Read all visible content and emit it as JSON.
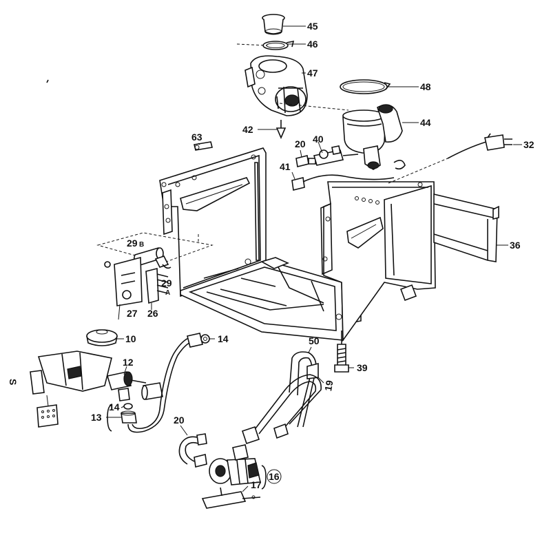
{
  "callouts": {
    "c45": "45",
    "c46": "46",
    "c47": "47",
    "c48": "48",
    "c44": "44",
    "c42": "42",
    "c63": "63",
    "c20a": "20",
    "c40": "40",
    "c32": "32",
    "c41": "41",
    "c36": "36",
    "c29b_num": "29",
    "c29b_sub": "B",
    "c29a_num": "29",
    "c29a_sub": "A",
    "c27": "27",
    "c26": "26",
    "c10": "10",
    "c14a": "14",
    "c12": "12",
    "c14b": "14",
    "c13": "13",
    "c50": "50",
    "c39": "39",
    "c19": "19",
    "c20b": "20",
    "c16": "16",
    "c17": "17",
    "margin_s": "S"
  }
}
